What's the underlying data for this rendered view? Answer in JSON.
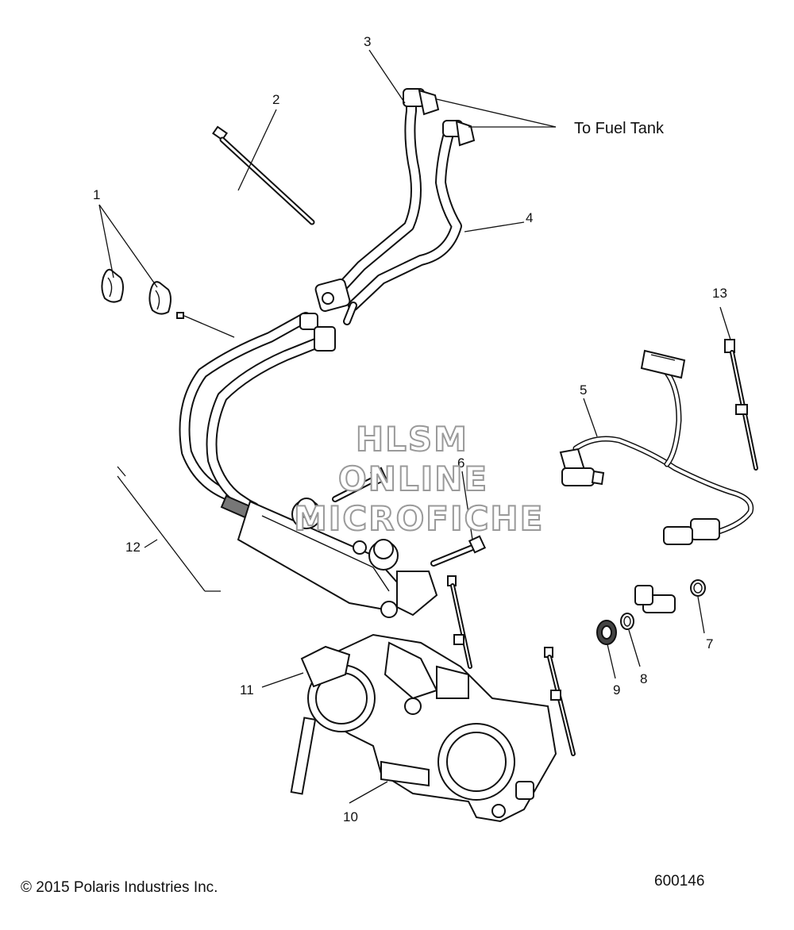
{
  "diagram": {
    "callouts": {
      "c1": "1",
      "c2": "2",
      "c3": "3",
      "c4": "4",
      "c5": "5",
      "c6": "6",
      "c7": "7",
      "c8": "8",
      "c9": "9",
      "c10": "10",
      "c11": "11",
      "c12": "12",
      "c13": "13"
    },
    "to_fuel_tank": "To Fuel Tank",
    "watermark": {
      "line1": "HLSM",
      "line2": "ONLINE",
      "line3": "MICROFICHE"
    },
    "copyright": "© 2015 Polaris Industries Inc.",
    "drawing_number": "600146"
  }
}
